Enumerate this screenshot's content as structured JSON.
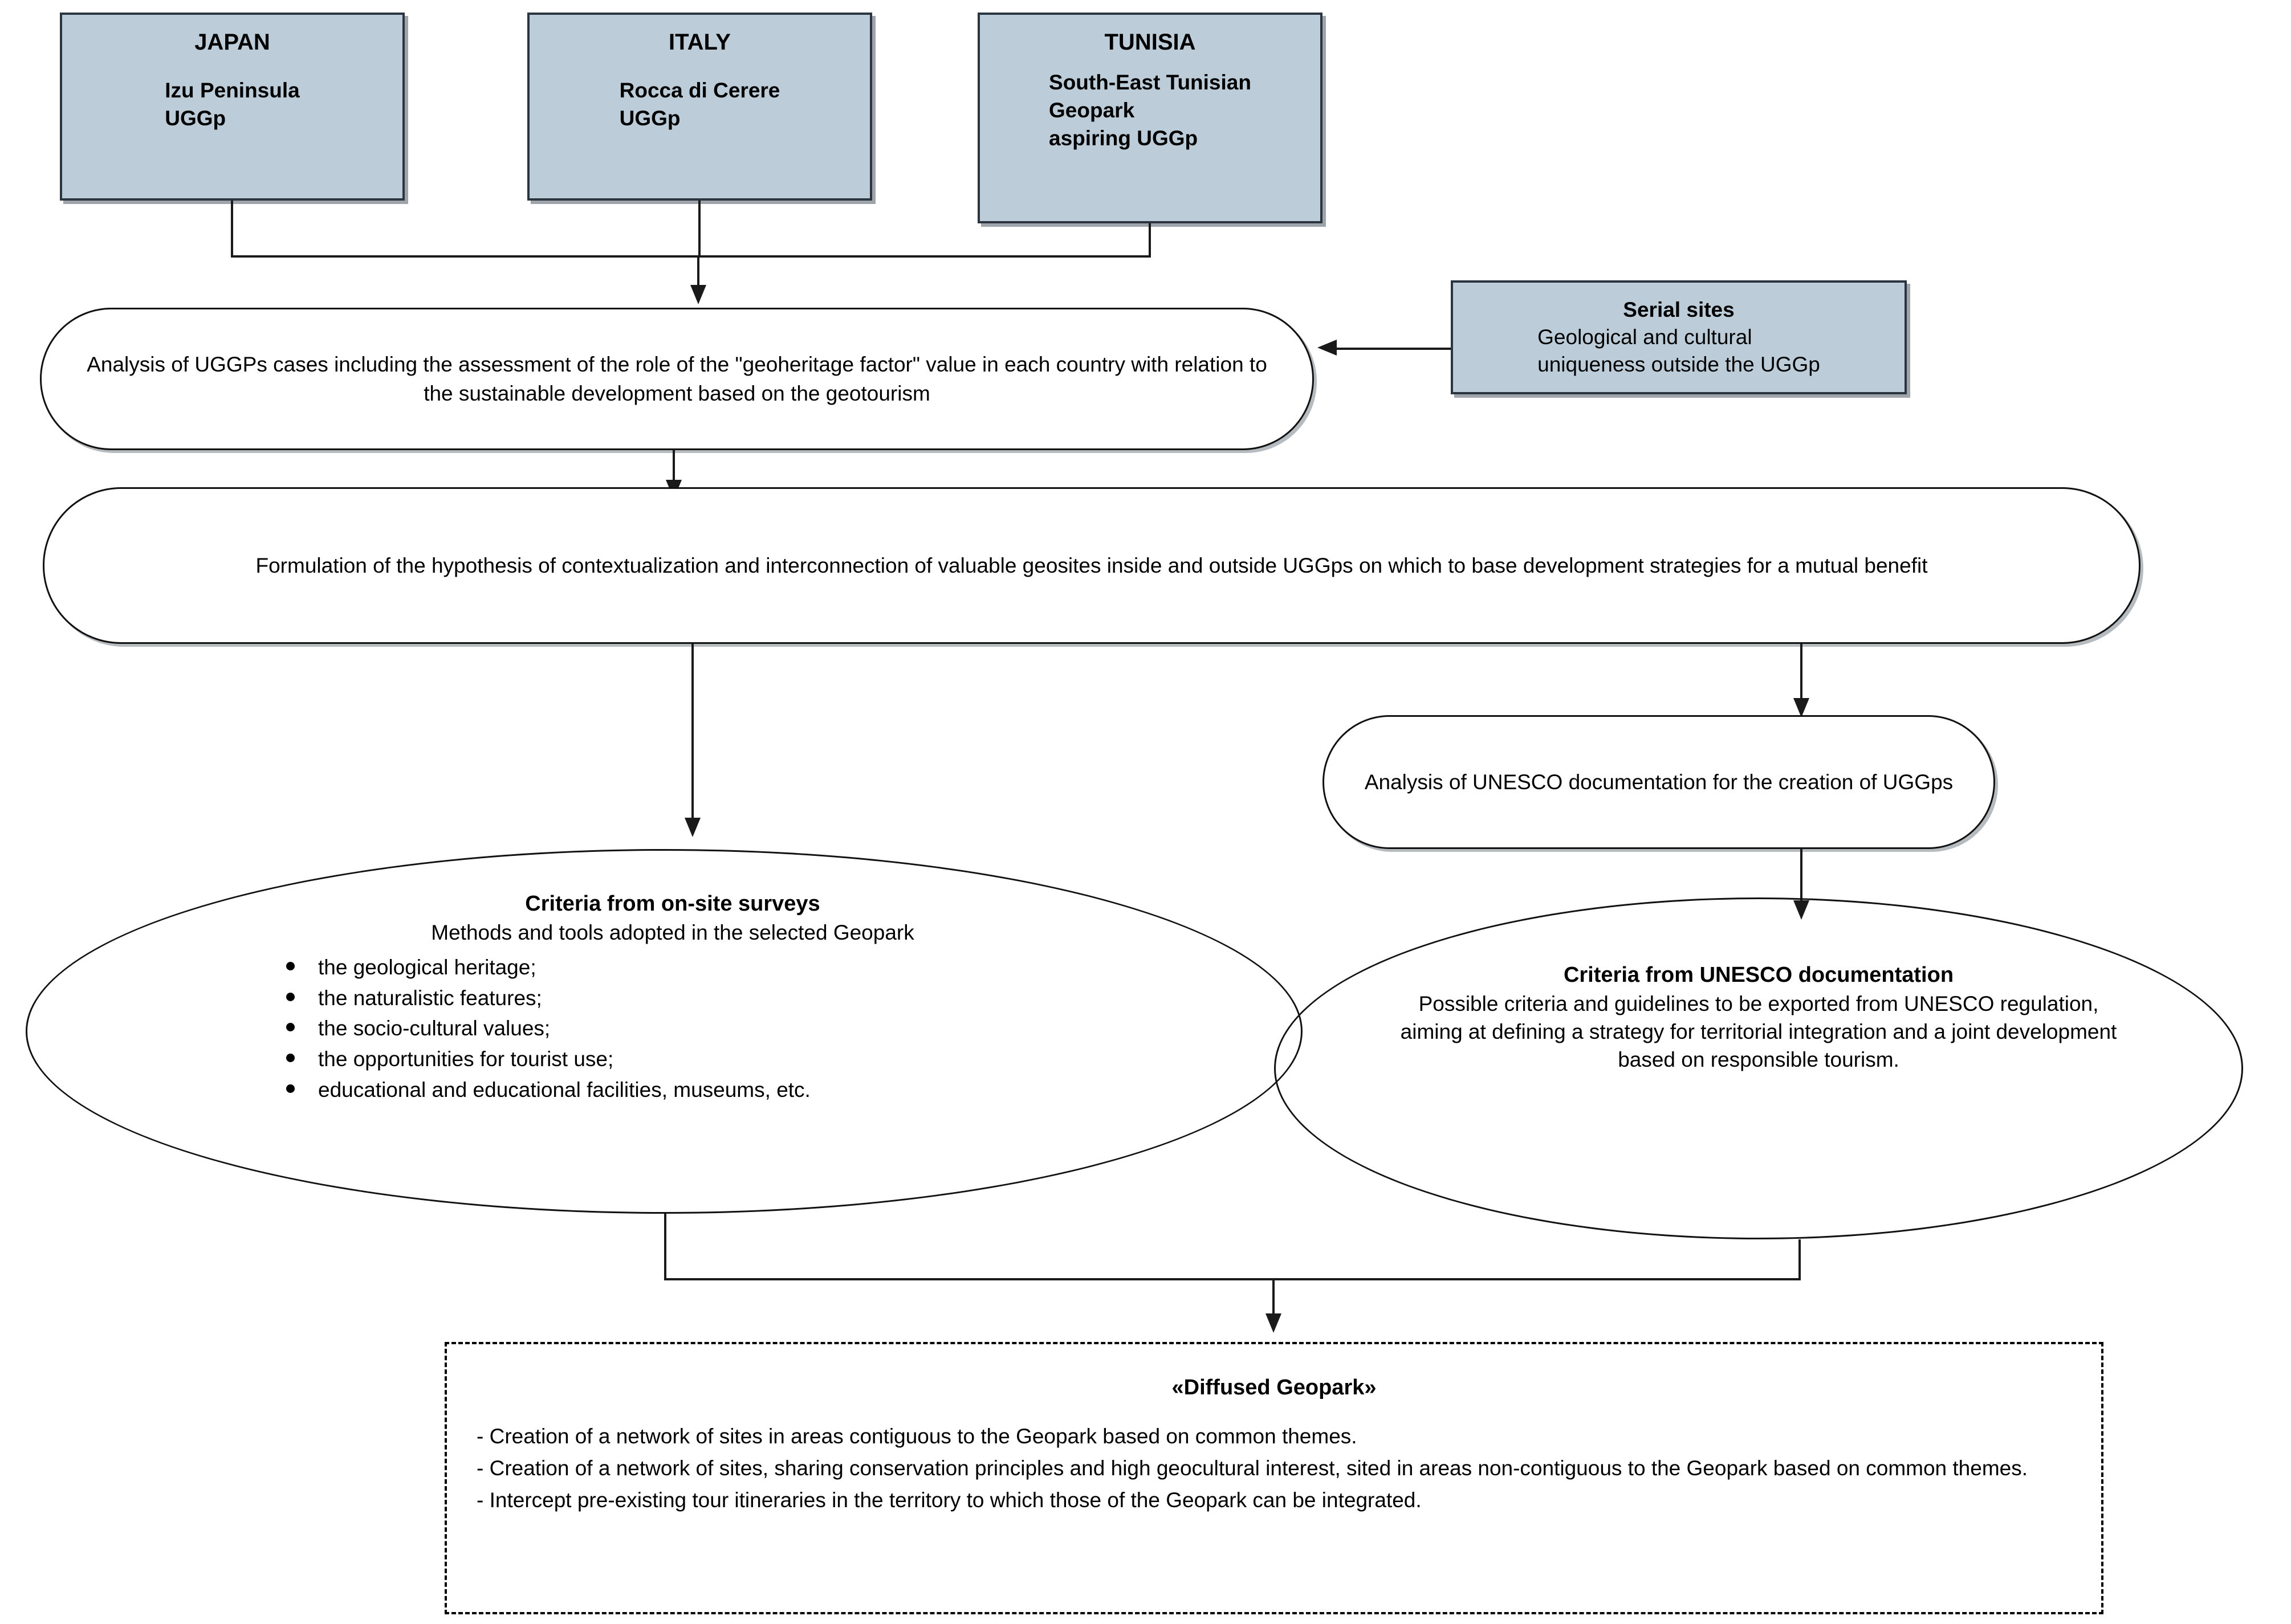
{
  "countries": [
    {
      "title": "JAPAN",
      "sub": "Izu Peninsula\nUGGp"
    },
    {
      "title": "ITALY",
      "sub": "Rocca di Cerere\nUGGp"
    },
    {
      "title": "TUNISIA",
      "sub": "South-East Tunisian\nGeopark\naspiring UGGp"
    }
  ],
  "serial_sites": {
    "title": "Serial sites",
    "body": "Geological and cultural\nuniqueness outside the UGGp"
  },
  "analysis_node": {
    "text": "Analysis of UGGPs cases including the assessment of the role of the \"geoheritage factor\" value in each country with relation to the sustainable development based on the geotourism"
  },
  "hypothesis_node": {
    "text": "Formulation of the hypothesis of contextualization and interconnection of valuable geosites inside and outside UGGps on which to base development strategies for a mutual benefit"
  },
  "unesco_doc_node": {
    "text": "Analysis of UNESCO documentation for the creation of UGGps"
  },
  "onsite_ellipse": {
    "heading": "Criteria from on-site surveys",
    "subheading": "Methods and tools adopted in the selected Geopark",
    "bullets": [
      "the geological heritage;",
      "the naturalistic features;",
      "the socio-cultural values;",
      "the opportunities for tourist use;",
      "educational and educational facilities, museums, etc."
    ]
  },
  "unesco_ellipse": {
    "heading": "Criteria from UNESCO documentation",
    "body": "Possible criteria and guidelines to be exported from UNESCO regulation, aiming at defining a strategy for territorial integration and a joint development based on responsible tourism."
  },
  "diffused_geopark": {
    "title": "«Diffused Geopark»",
    "lines": [
      "- Creation of a network of sites in areas contiguous to the Geopark based on common themes.",
      "- Creation of a network of sites, sharing conservation principles and high geocultural interest, sited in areas non-contiguous to the Geopark based on common themes.",
      "- Intercept pre-existing tour itineraries in the territory to which those of the Geopark can be integrated."
    ]
  },
  "colors": {
    "box_fill": "#bccdd9",
    "box_border": "#2b3540",
    "line": "#1a1a1a"
  }
}
